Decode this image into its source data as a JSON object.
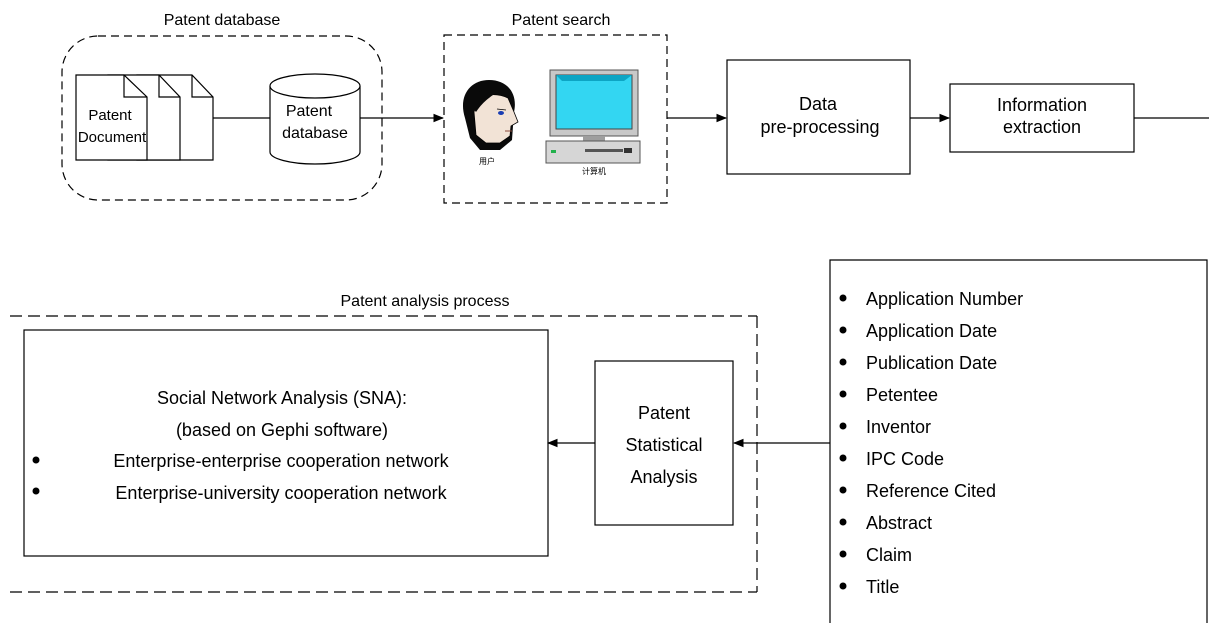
{
  "groups": {
    "patent_database_title": "Patent database",
    "patent_search_title": "Patent search",
    "patent_analysis_title": "Patent analysis process"
  },
  "nodes": {
    "patent_document": [
      "Patent",
      "Document"
    ],
    "patent_database": [
      "Patent",
      "database"
    ],
    "user_caption": "用户",
    "computer_caption": "计算机",
    "data_preprocessing": [
      "Data",
      "pre-processing"
    ],
    "information_extraction": [
      "Information",
      "extraction"
    ],
    "patent_statistical": [
      "Patent",
      "Statistical",
      "Analysis"
    ],
    "sna_title": "Social Network Analysis (SNA):",
    "sna_subtitle": "(based on Gephi software)",
    "sna_items": [
      "Enterprise-enterprise cooperation network",
      "Enterprise-university cooperation network"
    ]
  },
  "fields": [
    "Application Number",
    "Application Date",
    "Publication Date",
    "Petentee",
    "Inventor",
    "IPC Code",
    "Reference Cited",
    "Abstract",
    "Claim",
    "Title"
  ],
  "colors": {
    "stroke": "#000000",
    "screen": "#33d6f2",
    "screen_dark": "#0da5c4",
    "monitor_body": "#c8c8c8",
    "skin": "#f2e3d6",
    "hair": "#0a0a0a",
    "led": "#22b14c"
  }
}
